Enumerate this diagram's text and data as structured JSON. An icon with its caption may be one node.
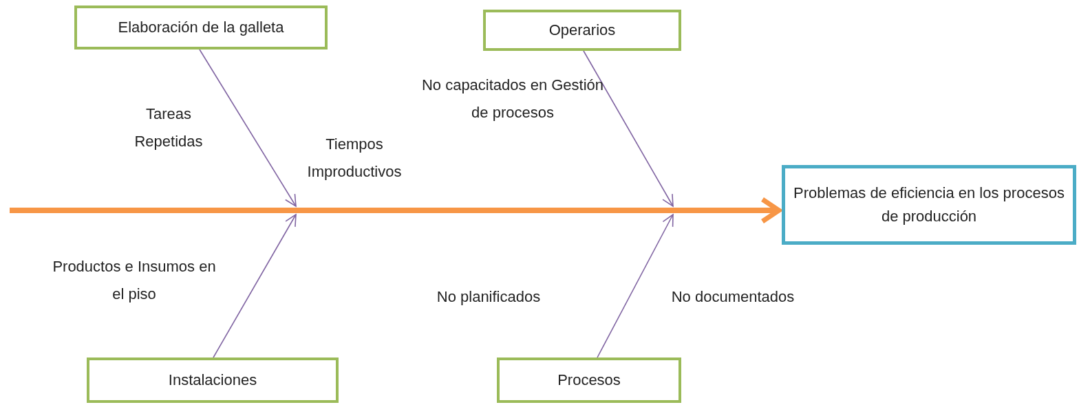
{
  "diagram": {
    "nodes": [
      {
        "text": [
          "Elaboración de la galleta"
        ]
      },
      {
        "text": [
          "Operarios"
        ]
      },
      {
        "text": [
          "Problemas de eficiencia en los procesos de producción"
        ]
      },
      {
        "text": [
          "Instalaciones"
        ]
      },
      {
        "text": [
          "Procesos"
        ]
      }
    ],
    "edges": [
      {
        "from": null,
        "to": 2,
        "arrow": "to",
        "style": "thick",
        "color": "#f79646"
      },
      {
        "from": 0,
        "to": null,
        "arrow": "to"
      },
      {
        "from": 1,
        "to": null,
        "arrow": "to"
      },
      {
        "from": 3,
        "to": null,
        "arrow": "to"
      },
      {
        "from": 4,
        "to": null,
        "arrow": "to"
      }
    ],
    "labels": [
      "No capacitados en Gestión de procesos",
      "Tareas Repetidas",
      "Tiempos Improductivos",
      "Productos e Insumos en el piso",
      "No planificados",
      "No documentados"
    ]
  }
}
